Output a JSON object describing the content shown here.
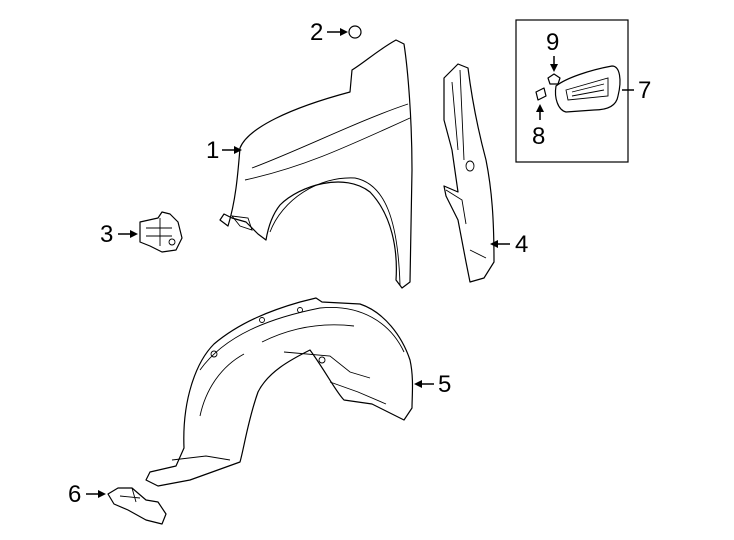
{
  "callouts": {
    "c1": "1",
    "c2": "2",
    "c3": "3",
    "c4": "4",
    "c5": "5",
    "c6": "6",
    "c7": "7",
    "c8": "8",
    "c9": "9"
  },
  "parts": [
    {
      "callout": "1",
      "part": "fender-icon"
    },
    {
      "callout": "2",
      "part": "plug-icon"
    },
    {
      "callout": "3",
      "part": "bracket-icon"
    },
    {
      "callout": "4",
      "part": "fender-seal-icon"
    },
    {
      "callout": "5",
      "part": "wheelhouse-liner-icon"
    },
    {
      "callout": "6",
      "part": "splash-shield-icon"
    },
    {
      "callout": "7",
      "part": "emblem-icon"
    },
    {
      "callout": "8",
      "part": "clip-icon"
    },
    {
      "callout": "9",
      "part": "nut-icon"
    }
  ],
  "colors": {
    "line": "#000000",
    "background": "#ffffff"
  }
}
